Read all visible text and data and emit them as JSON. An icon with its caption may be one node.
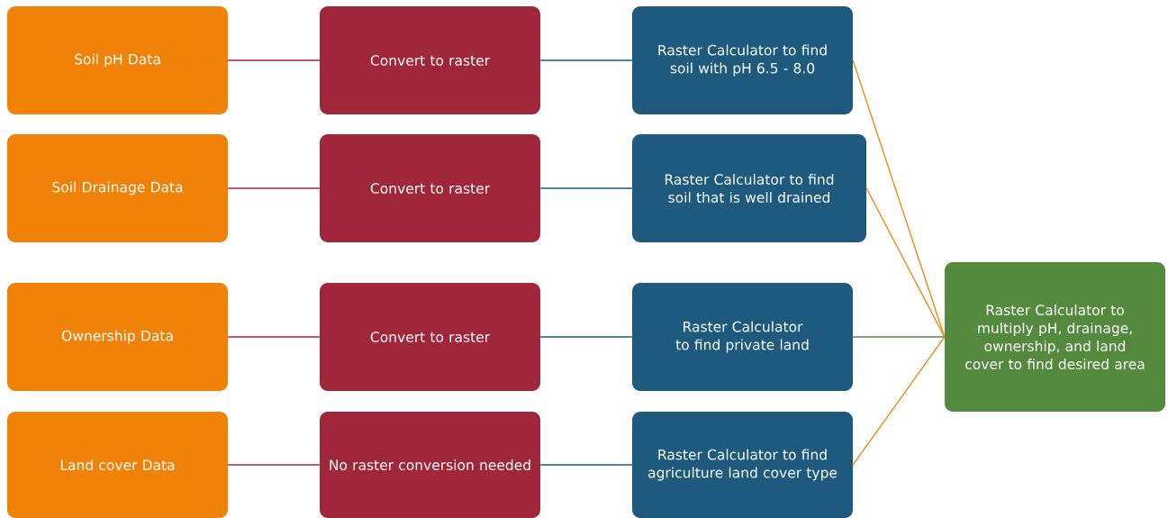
{
  "diagram": {
    "nodes": [
      {
        "text": [
          "Soil pH Data"
        ]
      },
      {
        "text": [
          "Convert to raster"
        ]
      },
      {
        "text": [
          "Raster Calculator to find soil with pH 6.5 - 8.0"
        ]
      },
      {
        "text": [
          "Soil Drainage Data"
        ]
      },
      {
        "text": [
          "Convert to raster"
        ]
      },
      {
        "text": [
          "Raster Calculator to find soil that is well drained"
        ]
      },
      {
        "text": [
          "Ownership Data"
        ]
      },
      {
        "text": [
          "Convert to raster"
        ]
      },
      {
        "text": [
          "Raster Calculator to find private land"
        ]
      },
      {
        "text": [
          "Land cover Data"
        ]
      },
      {
        "text": [
          "No raster conversion needed"
        ]
      },
      {
        "text": [
          "Raster Calculator to find agriculture land cover type"
        ]
      },
      {
        "text": [
          "Raster Calculator to multiply pH, drainage, ownership, and land cover to find desired area"
        ]
      }
    ],
    "edges": [
      {
        "from": 0,
        "to": 1,
        "arrow": "none",
        "color": "#a0263a"
      },
      {
        "from": 1,
        "to": 2,
        "arrow": "none",
        "color": "#1d5a7e"
      },
      {
        "from": 3,
        "to": 4,
        "arrow": "none",
        "color": "#a0263a"
      },
      {
        "from": 4,
        "to": 5,
        "arrow": "none",
        "color": "#1d5a7e"
      },
      {
        "from": 6,
        "to": 7,
        "arrow": "none",
        "color": "#a0263a"
      },
      {
        "from": 7,
        "to": 8,
        "arrow": "none",
        "color": "#1d5a7e"
      },
      {
        "from": 9,
        "to": 10,
        "arrow": "none",
        "color": "#a0263a"
      },
      {
        "from": 10,
        "to": 11,
        "arrow": "none",
        "color": "#1d5a7e"
      },
      {
        "from": 2,
        "to": 12,
        "arrow": "none",
        "color": "#f0820a"
      },
      {
        "from": 5,
        "to": 12,
        "arrow": "none",
        "color": "#f0820a"
      },
      {
        "from": 8,
        "to": 12,
        "arrow": "none",
        "color": "#548a3e"
      },
      {
        "from": 11,
        "to": 12,
        "arrow": "none",
        "color": "#f0820a"
      }
    ]
  }
}
